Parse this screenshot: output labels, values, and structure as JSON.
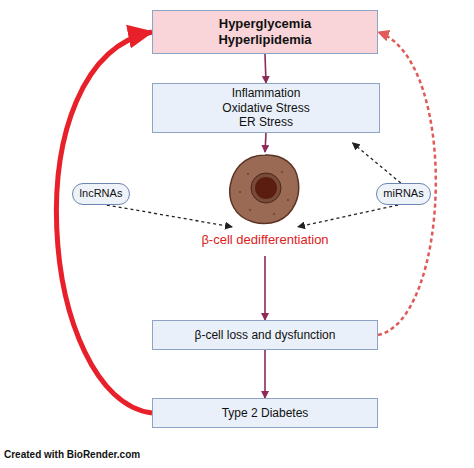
{
  "diagram": {
    "nodes": [
      {
        "text": [
          "Hyperglycemia Hyperlipidemia"
        ]
      },
      {
        "text": [
          "Inflammation Oxidative Stress ER Stress"
        ]
      },
      {
        "text": [
          "lncRNAs"
        ]
      },
      {
        "text": [
          "miRNAs"
        ]
      },
      {
        "text": [
          "β-cell dedifferentiation"
        ]
      },
      {
        "text": [
          "β-cell loss and dysfunction"
        ]
      },
      {
        "text": [
          "Type 2 Diabetes"
        ]
      }
    ],
    "edges": [
      {
        "from": 0,
        "to": 1,
        "arrow": "to"
      },
      {
        "from": 1,
        "to": 4,
        "arrow": "to"
      },
      {
        "from": 2,
        "to": 4,
        "arrow": "to"
      },
      {
        "from": 3,
        "to": 4,
        "arrow": "to"
      },
      {
        "from": 3,
        "to": 1,
        "arrow": "to"
      },
      {
        "from": 4,
        "to": 5,
        "arrow": "to"
      },
      {
        "from": 5,
        "to": 6,
        "arrow": "to"
      },
      {
        "from": 6,
        "to": 0,
        "arrow": "to"
      },
      {
        "from": 5,
        "to": 0,
        "arrow": "to"
      }
    ],
    "labels": [
      "Created with BioRender.com"
    ]
  }
}
